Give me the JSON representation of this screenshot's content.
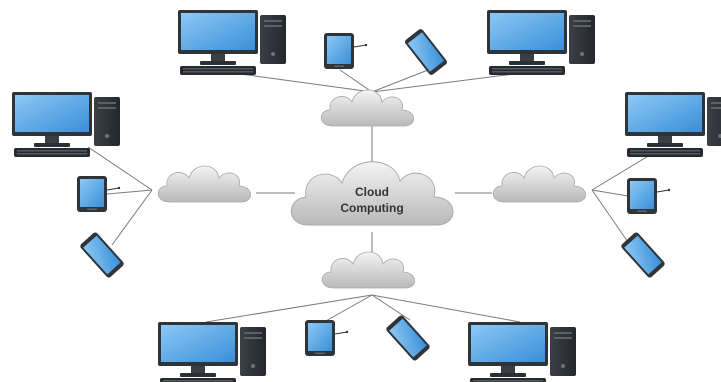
{
  "center": {
    "label_line1": "Cloud",
    "label_line2": "Computing"
  },
  "colors": {
    "screen_blue": "#58a7ea",
    "device_dark": "#2e3338",
    "cloud_fill": "#dcdcdc",
    "link_gray": "#7b7b7b"
  },
  "groups": [
    {
      "id": "top",
      "cloud_icon": "cloud-icon",
      "devices": [
        "desktop-computer",
        "tablet",
        "smartphone",
        "desktop-computer"
      ]
    },
    {
      "id": "left",
      "cloud_icon": "cloud-icon",
      "devices": [
        "desktop-computer",
        "tablet",
        "smartphone"
      ]
    },
    {
      "id": "right",
      "cloud_icon": "cloud-icon",
      "devices": [
        "desktop-computer",
        "tablet",
        "smartphone"
      ]
    },
    {
      "id": "bottom",
      "cloud_icon": "cloud-icon",
      "devices": [
        "desktop-computer",
        "tablet",
        "smartphone",
        "desktop-computer"
      ]
    }
  ]
}
